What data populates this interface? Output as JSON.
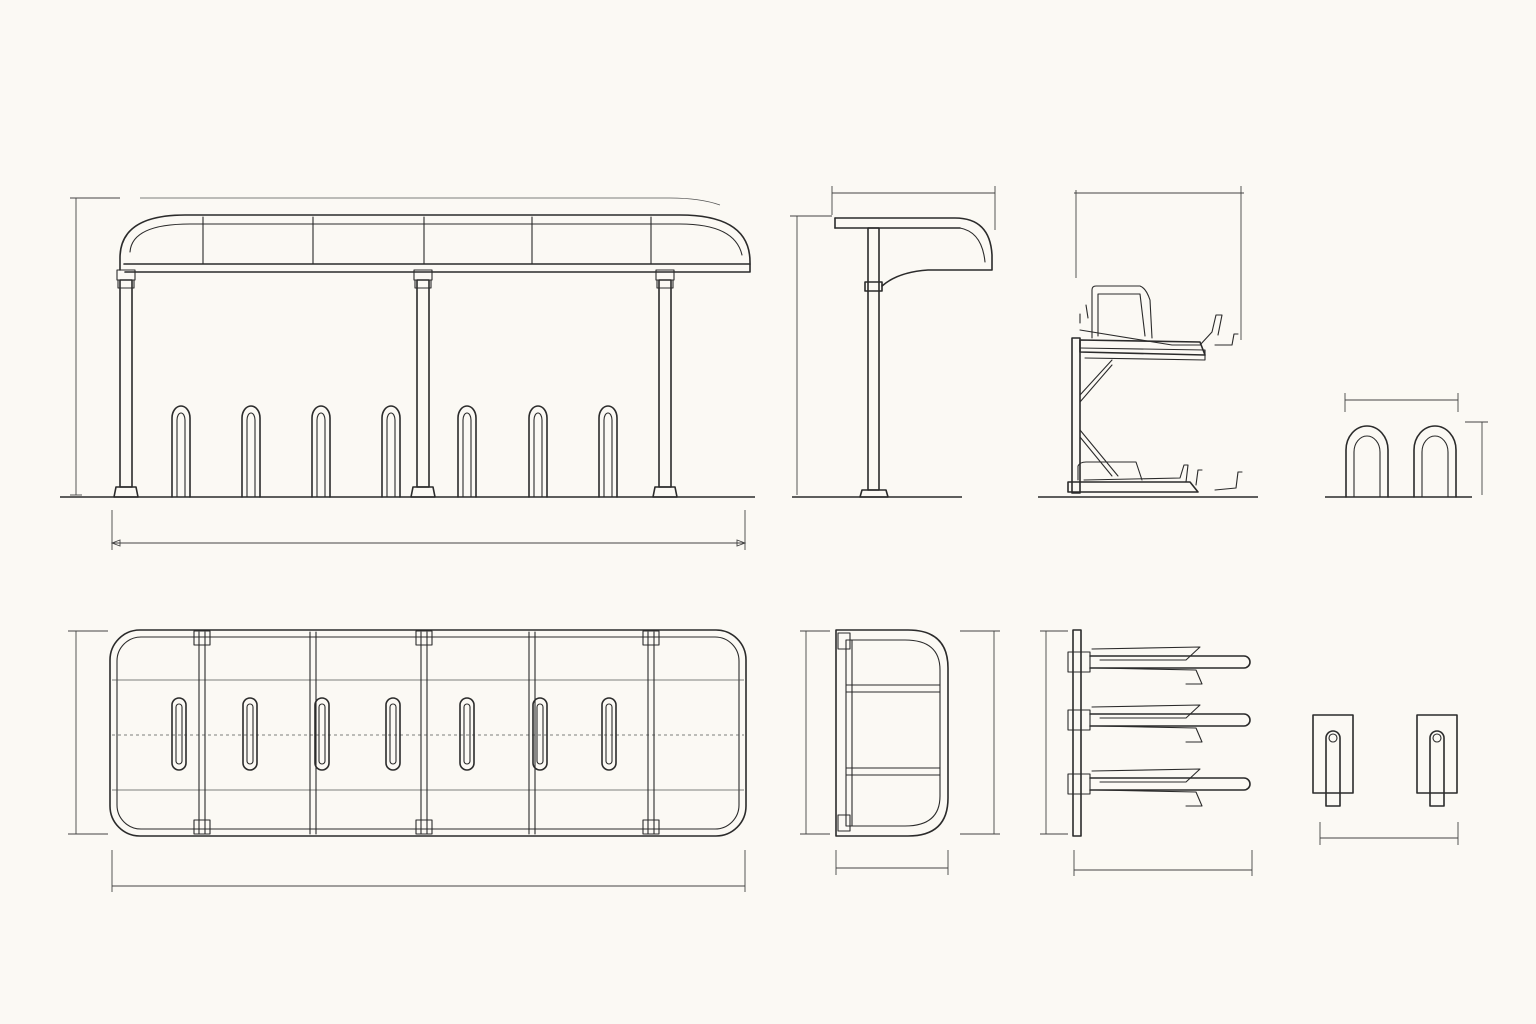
{
  "drawing": {
    "subject": "bicycle-shelter-and-racks",
    "line_color": "#2b2b2b",
    "paper_color": "#fbf9f4",
    "text_labels": []
  },
  "front_elevation": {
    "posts": 3,
    "racks": 7
  },
  "plan_view": {
    "racks": 7
  },
  "two_tier_rack": {
    "tiers": 2
  },
  "hoop_racks": {
    "count": 2
  }
}
